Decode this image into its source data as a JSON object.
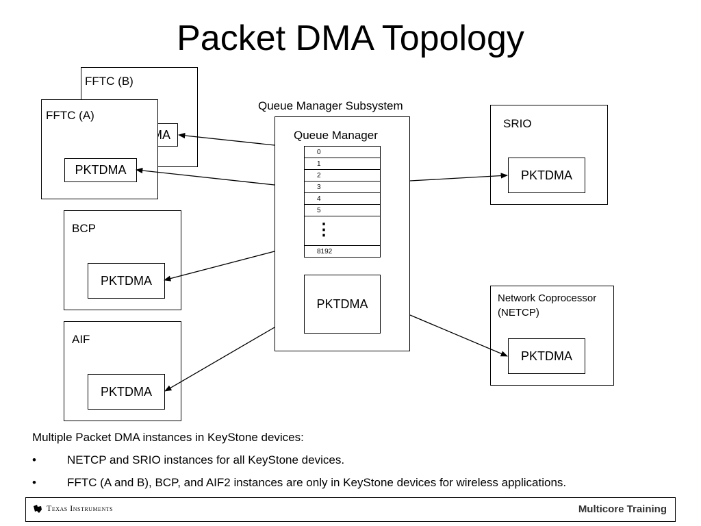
{
  "title": "Packet DMA Topology",
  "subsystem_label": "Queue Manager Subsystem",
  "queue_manager": {
    "label": "Queue Manager",
    "queues": [
      "0",
      "1",
      "2",
      "3",
      "4",
      "5"
    ],
    "ellipsis": "⋮",
    "last_queue": "8192",
    "pktdma": "PKTDMA"
  },
  "fftc_b": {
    "label": "FFTC (B)",
    "pktdma_partial": "MA"
  },
  "fftc_a": {
    "label": "FFTC (A)",
    "pktdma": "PKTDMA"
  },
  "bcp": {
    "label": "BCP",
    "pktdma": "PKTDMA"
  },
  "aif": {
    "label": "AIF",
    "pktdma": "PKTDMA"
  },
  "srio": {
    "label": "SRIO",
    "pktdma": "PKTDMA"
  },
  "netcp": {
    "label_line1": "Network Coprocessor",
    "label_line2": "(NETCP)",
    "pktdma": "PKTDMA"
  },
  "notes": {
    "intro": "Multiple Packet DMA instances in KeyStone devices:",
    "bullet_char": "•",
    "bullets": [
      "NETCP and SRIO instances for all KeyStone devices.",
      "FFTC (A and B), BCP, and AIF2 instances are only in KeyStone devices for wireless applications."
    ]
  },
  "footer": {
    "logo_text": "Texas Instruments",
    "right_text": "Multicore Training"
  }
}
